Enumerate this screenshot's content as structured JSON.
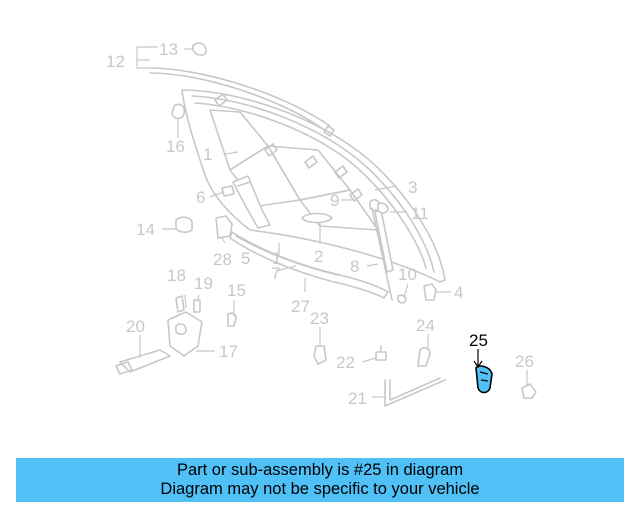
{
  "diagram": {
    "callouts": [
      "1",
      "2",
      "3",
      "4",
      "5",
      "6",
      "7",
      "8",
      "9",
      "10",
      "11",
      "12",
      "13",
      "14",
      "15",
      "16",
      "17",
      "18",
      "19",
      "20",
      "21",
      "22",
      "23",
      "24",
      "25",
      "26",
      "27",
      "28"
    ],
    "highlight_callout": "25",
    "colors": {
      "part_line": "#c8c8c8",
      "highlight": "#000000",
      "highlight_part": "#4fc1f6",
      "banner": "#4fc1f6"
    }
  },
  "banner": {
    "line1": "Part or sub-assembly is #25 in diagram",
    "line2": "Diagram may not be specific to your vehicle"
  }
}
